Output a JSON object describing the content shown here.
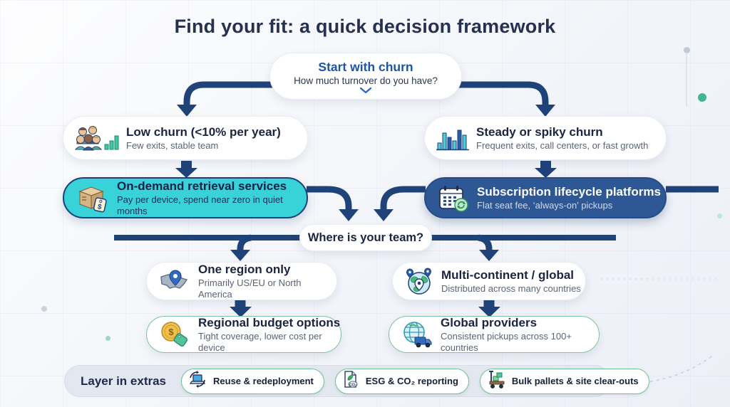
{
  "title": "Find your fit: a quick decision framework",
  "flow": {
    "start": {
      "title": "Start with churn",
      "subtitle": "How much turnover do you have?"
    },
    "low_churn": {
      "title": "Low churn (<10% per year)",
      "subtitle": "Few exits, stable team"
    },
    "steady_churn": {
      "title": "Steady or spiky churn",
      "subtitle": "Frequent exits, call centers, or fast growth"
    },
    "on_demand": {
      "title": "On-demand retrieval services",
      "subtitle": "Pay per device, spend near zero in quiet months"
    },
    "subscription": {
      "title": "Subscription lifecycle platforms",
      "subtitle": "Flat seat fee, ‘always-on’ pickups"
    },
    "team_question": {
      "title": "Where is your team?"
    },
    "one_region": {
      "title": "One region only",
      "subtitle": "Primarily US/EU or North America"
    },
    "multi_global": {
      "title": "Multi-continent / global",
      "subtitle": "Distributed across many countries"
    },
    "regional_budget": {
      "title": "Regional budget options",
      "subtitle": "Tight coverage, lower cost per device"
    },
    "global_providers": {
      "title": "Global providers",
      "subtitle": "Consistent pickups across 100+ countries"
    }
  },
  "extras": {
    "label": "Layer in extras",
    "items": [
      {
        "label": "Reuse & redeployment",
        "icon": "laptop-recycle-icon"
      },
      {
        "label": "ESG & CO₂ reporting",
        "icon": "esg-report-icon"
      },
      {
        "label": "Bulk pallets & site clear-outs",
        "icon": "pallet-truck-icon"
      }
    ]
  },
  "colors": {
    "arrow_navy": "#1f4379",
    "teal_highlight": "#38d2d9",
    "blue_highlight": "#2e5795",
    "green_border": "#7cc5a1",
    "accent_blue_text": "#1d55a5",
    "title_text": "#26304f"
  }
}
